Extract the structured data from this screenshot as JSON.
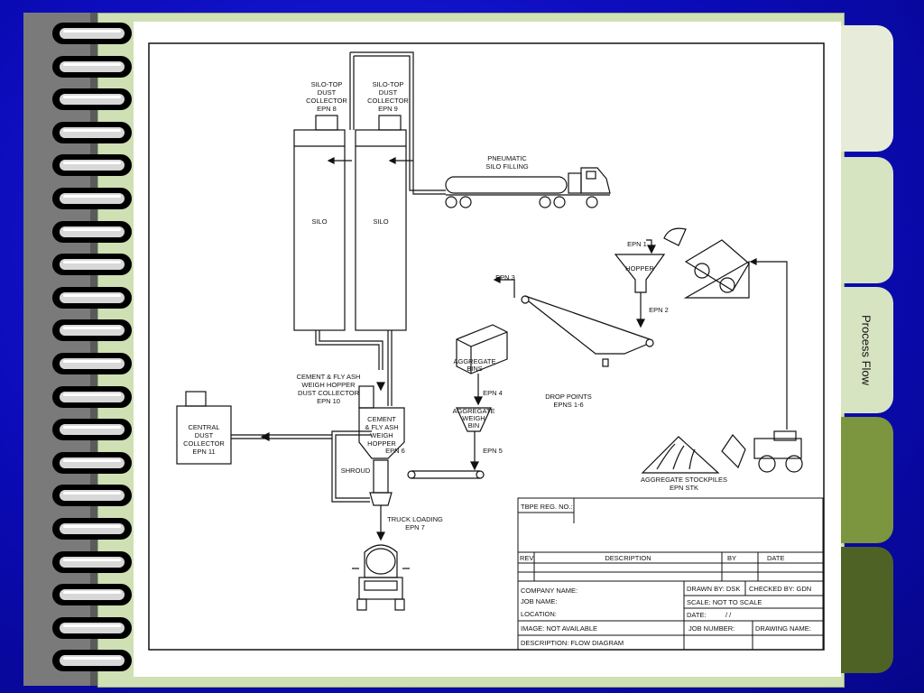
{
  "tabs": [
    {
      "label": "",
      "color": "#e6ecd9"
    },
    {
      "label": "",
      "color": "#d7e4c2"
    },
    {
      "label": "Process Flow",
      "color": "#d7e4c2"
    },
    {
      "label": "",
      "color": "#7b963e"
    },
    {
      "label": "",
      "color": "#4e6226"
    }
  ],
  "diagram": {
    "silo_top_8": [
      "SILO-TOP",
      "DUST",
      "COLLECTOR",
      "EPN 8"
    ],
    "silo_top_9": [
      "SILO-TOP",
      "DUST",
      "COLLECTOR",
      "EPN 9"
    ],
    "silo_left": "SILO",
    "silo_right": "SILO",
    "pneumatic": [
      "PNEUMATIC",
      "SILO FILLING"
    ],
    "epn1": "EPN 1",
    "hopper": "HOPPER",
    "epn2": "EPN 2",
    "epn3": "EPN 3",
    "aggregate_bins": [
      "AGGREGATE",
      "BINS"
    ],
    "epn4": "EPN 4",
    "aggregate_weigh_bin": [
      "AGGREGATE",
      "WEIGH",
      "BIN"
    ],
    "epn5": "EPN 5",
    "drop_points": [
      "DROP POINTS",
      "EPNS 1-6"
    ],
    "cement_dust": [
      "CEMENT & FLY ASH",
      "WEIGH HOPPER",
      "DUST COLLECTOR",
      "EPN 10"
    ],
    "cement_hopper": [
      "CEMENT",
      "& FLY ASH",
      "WEIGH",
      "HOPPER"
    ],
    "epn6": "EPN 6",
    "central_dust": [
      "CENTRAL",
      "DUST",
      "COLLECTOR",
      "EPN 11"
    ],
    "shroud": "SHROUD",
    "truck_loading": [
      "TRUCK LOADING",
      "EPN 7"
    ],
    "stockpiles": [
      "AGGREGATE STOCKPILES",
      "EPN STK"
    ]
  },
  "title_block": {
    "tbpe": "TBPE REG. NO.:",
    "rev": "REV.",
    "description_header": "DESCRIPTION",
    "by": "BY",
    "date_header": "DATE",
    "company": "COMPANY NAME:",
    "job_name": "JOB NAME:",
    "location": "LOCATION:",
    "image": "IMAGE: NOT AVAILABLE",
    "description": "DESCRIPTION: FLOW DIAGRAM",
    "drawn_by": "DRAWN BY: DSK",
    "checked_by": "CHECKED BY: GDN",
    "scale": "SCALE:    NOT TO SCALE",
    "date": "DATE:",
    "date_value": "/    /",
    "job_number": "JOB NUMBER:",
    "drawing_name": "DRAWING NAME:"
  }
}
